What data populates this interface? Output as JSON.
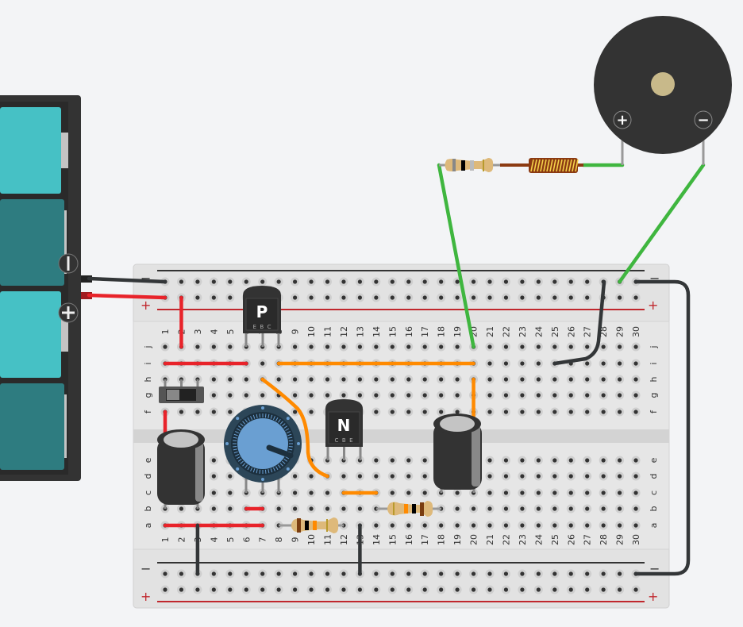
{
  "breadboard": {
    "columns": [
      "1",
      "2",
      "3",
      "4",
      "5",
      "6",
      "7",
      "8",
      "9",
      "10",
      "11",
      "12",
      "13",
      "14",
      "15",
      "16",
      "17",
      "18",
      "19",
      "20",
      "21",
      "22",
      "23",
      "24",
      "25",
      "26",
      "27",
      "28",
      "29",
      "30"
    ],
    "top_rows": [
      "j",
      "i",
      "h",
      "g",
      "f"
    ],
    "bottom_rows": [
      "e",
      "d",
      "c",
      "b",
      "a"
    ],
    "rail_minus": "−",
    "rail_plus": "+"
  },
  "battery": {
    "minus_label": "−",
    "plus_label": "+",
    "cell_light": "#46c1c5",
    "cell_dark": "#2e7c80"
  },
  "pnp_transistor": {
    "label": "P",
    "pins": "E  B  C"
  },
  "npn_transistor": {
    "label": "N",
    "pins": "C  B  E"
  },
  "buzzer": {
    "plus_label": "+",
    "minus_label": "−"
  },
  "colors": {
    "wire_red": "#e8232a",
    "wire_black": "#333638",
    "wire_orange": "#ff8a00",
    "wire_green": "#3fb63f",
    "board": "#e2e2e2",
    "rail_red": "#c0272d"
  }
}
